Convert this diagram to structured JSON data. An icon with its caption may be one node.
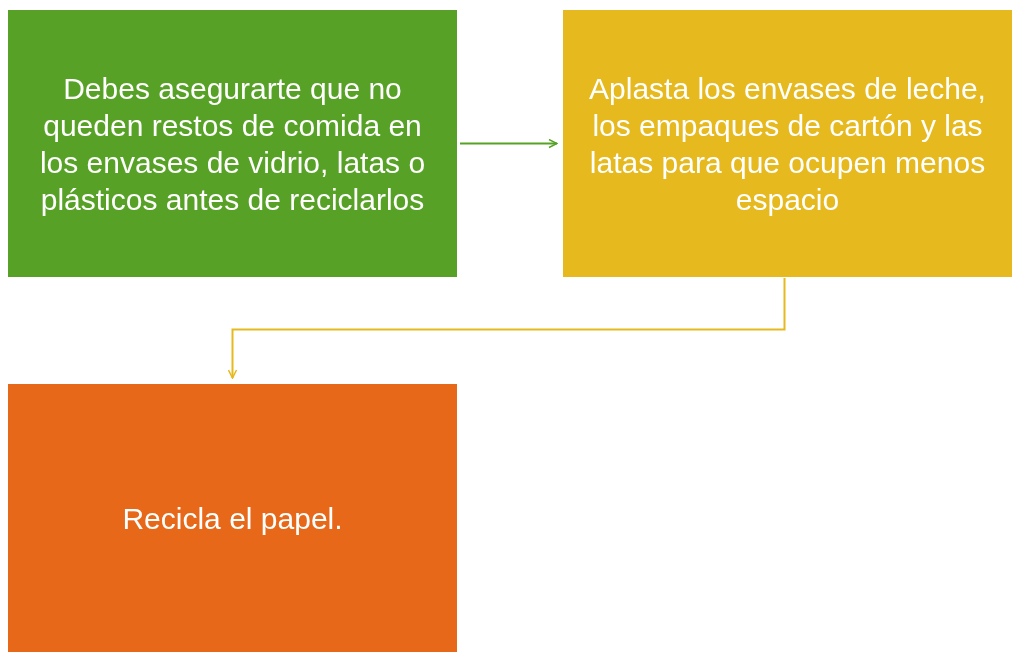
{
  "diagram": {
    "nodes": [
      {
        "text": [
          "Debes asegurarte que no queden restos de comida en los envases de vidrio, latas o plásticos antes de reciclarlos"
        ]
      },
      {
        "text": [
          "Aplasta los envases de leche, los empaques de cartón y las latas para que ocupen menos espacio"
        ]
      },
      {
        "text": [
          "Recicla el papel."
        ]
      }
    ],
    "edges": [
      {
        "from": 0,
        "to": 1,
        "arrow": "to",
        "color": "#57a226"
      },
      {
        "from": 1,
        "to": 2,
        "arrow": "to",
        "color": "#e6b91e"
      }
    ]
  }
}
